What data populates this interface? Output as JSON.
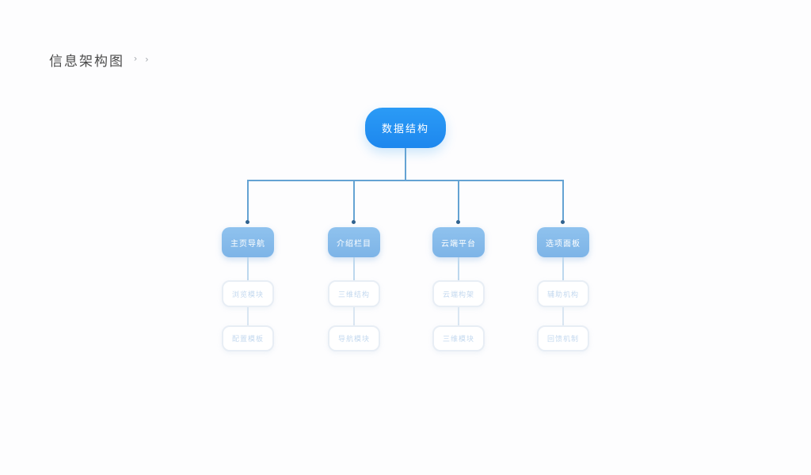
{
  "header": {
    "title": "信息架构图",
    "breadcrumb_chevrons": [
      "›",
      "›"
    ]
  },
  "diagram": {
    "root": {
      "label": "数据结构"
    },
    "branches": [
      {
        "label": "主页导航",
        "children": [
          "浏览模块",
          "配置模板"
        ]
      },
      {
        "label": "介绍栏目",
        "children": [
          "三维结构",
          "导航模块"
        ]
      },
      {
        "label": "云端平台",
        "children": [
          "云端构架",
          "三维模块"
        ]
      },
      {
        "label": "选项面板",
        "children": [
          "辅助机构",
          "回馈机制"
        ]
      }
    ],
    "colors": {
      "title_color": "#4a4a4a",
      "chevron_color": "#a4a9ae",
      "root_fill_top": "#2b9bf6",
      "root_fill_bottom": "#1d87ee",
      "branch_fill_top": "#8fc2ee",
      "branch_fill_bottom": "#7db4e7",
      "connector": "#64a3d3",
      "connector_light": "#bdd8ee",
      "connector_lighter": "#d9e6f2",
      "dot": "#2f628f",
      "leaf_border": "#e8eef5",
      "leaf_text": "#c4d9ef"
    }
  }
}
